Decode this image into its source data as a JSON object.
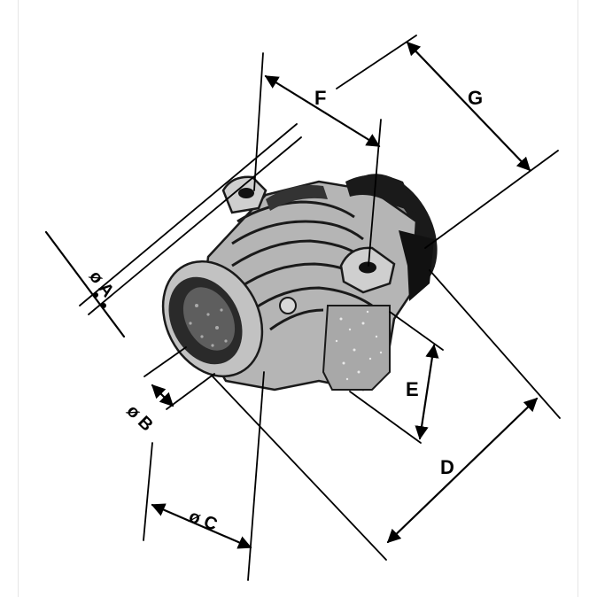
{
  "diagram": {
    "labels": {
      "a": "ø A",
      "b": "ø B",
      "c": "ø C",
      "d": "D",
      "e": "E",
      "f": "F",
      "g": "G"
    },
    "colors": {
      "ink": "#000000",
      "body_light": "#bdbdbd",
      "body_mid": "#9a9a9a",
      "body_dark": "#5a5a5a",
      "frame": "#e6e6e6"
    }
  }
}
